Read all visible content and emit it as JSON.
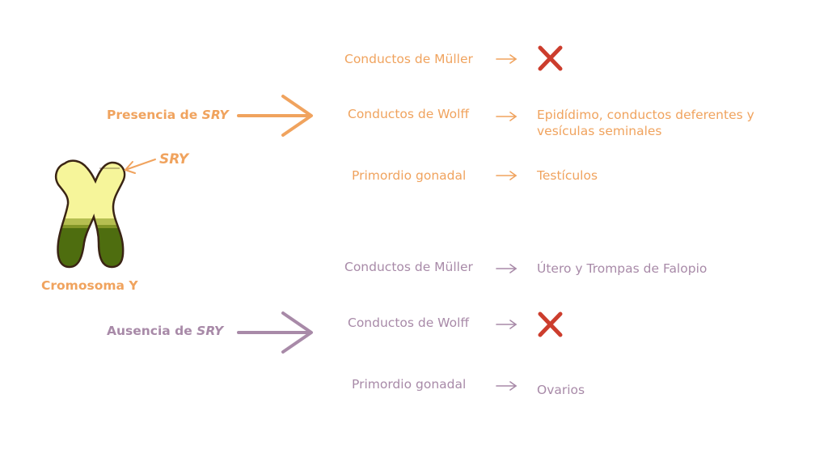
{
  "colors": {
    "orange": "#f0a35e",
    "purple": "#a88aa8",
    "cross_red": "#cc3d2d",
    "chromosome_top": "#f6f59a",
    "chromosome_bottom": "#4e6d0f",
    "chromosome_outline": "#3a2414"
  },
  "chromosome": {
    "label": "Cromosoma Y",
    "sry_marker": "SRY"
  },
  "presence": {
    "label_prefix": "Presencia de ",
    "label_gene": "SRY",
    "rows": [
      {
        "structure": "Conductos de Müller",
        "outcome_icon": "x-mark-icon",
        "outcome": ""
      },
      {
        "structure": "Conductos de Wolff",
        "outcome_icon": "",
        "outcome": "Epidídimo, conductos deferentes y vesículas seminales"
      },
      {
        "structure": "Primordio gonadal",
        "outcome_icon": "",
        "outcome": "Testículos"
      }
    ]
  },
  "absence": {
    "label_prefix": "Ausencia de ",
    "label_gene": "SRY",
    "rows": [
      {
        "structure": "Conductos de Müller",
        "outcome_icon": "",
        "outcome": "Útero y Trompas de Falopio"
      },
      {
        "structure": "Conductos de Wolff",
        "outcome_icon": "x-mark-icon",
        "outcome": ""
      },
      {
        "structure": "Primordio gonadal",
        "outcome_icon": "",
        "outcome": "Ovarios"
      }
    ]
  }
}
